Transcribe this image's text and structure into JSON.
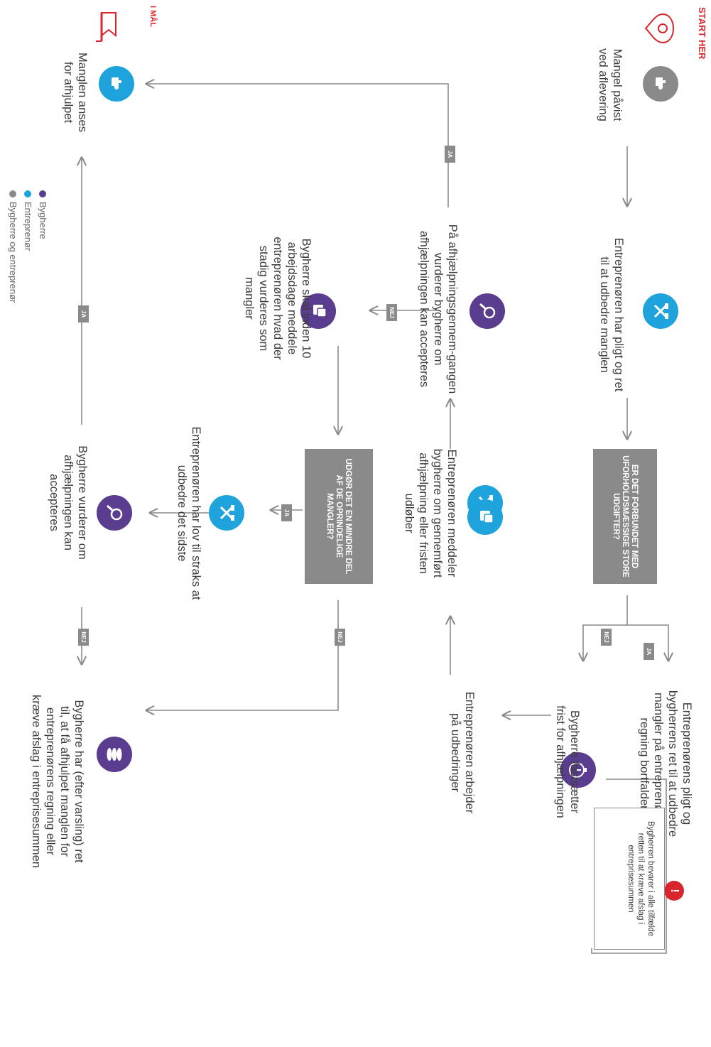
{
  "start": {
    "label": "START HER",
    "goal": "I MÅL"
  },
  "nodes": {
    "n1": "Mangel påvist ved aflevering",
    "n2": "Entreprenøren har pligt og ret til at udbedre manglen",
    "n3": "Er det forbundet med uforholdsmæssige store udgifter?",
    "n4": "Entreprenørens pligt og bygherrens ret til at udbedre mangler på entreprenørens regning bortfalder",
    "n5": "Bygherre fastsætter frist for afhjælpningen",
    "n6": "Entreprenøren arbejder på udbedringer",
    "n7": "Entreprenøren meddeler bygherre om gennemført afhjælpning eller fristen udløber",
    "n8": "På afhjælpningsgennem-gangen vurderer bygherre om afhjælpningen kan accepteres",
    "n9": "Bygherre skal inden 10 arbejdsdage meddele entreprenøren hvad der stadig vurderes som mangler",
    "n10": "Udgør det en mindre del af de oprindelige mangler?",
    "n11": "Entreprenøren har lov til straks at udbedre det sidste",
    "n12": "Bygherre vurderer om afhjælpningen kan accepteres",
    "n13": "Bygherre har (efter varsling) ret til, at få afhjulpet manglen for entreprenørens regning eller kræve afslag i entreprisesummen",
    "n14": "Manglen anses for afhjulpet"
  },
  "note": "Bygherren bevarer i alle tilfælde retten til at kræve afslag i entreprisesummen",
  "tags": {
    "yes": "JA",
    "no": "NEJ"
  },
  "legend": [
    {
      "label": "Bygherre",
      "color": "#5a3d8f"
    },
    {
      "label": "Entreprenør",
      "color": "#1fa3dc"
    },
    {
      "label": "Bygherre og entreprenør",
      "color": "#8a8a8a"
    }
  ],
  "colors": {
    "gray": "#8a8a8a",
    "blue": "#1fa3dc",
    "purple": "#5a3d8f",
    "red": "#d8262c"
  }
}
